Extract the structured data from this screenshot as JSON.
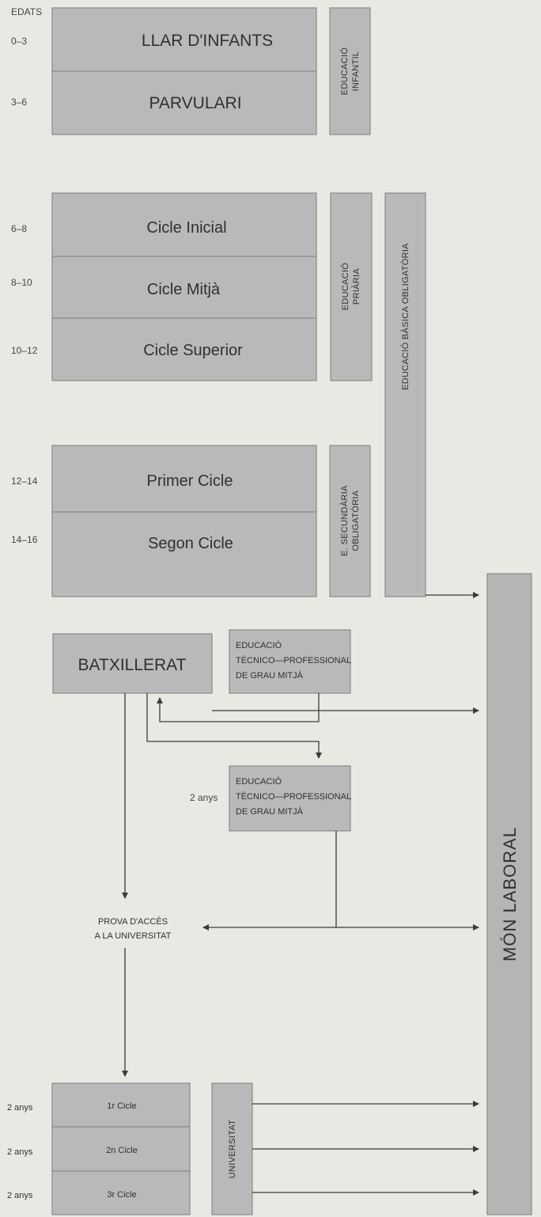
{
  "header": {
    "edats_label": "EDATS"
  },
  "ages": {
    "a0_3": "0–3",
    "a3_6": "3–6",
    "a6_8": "6–8",
    "a8_10": "8–10",
    "a10_12": "10–12",
    "a12_14": "12–14",
    "a14_16": "14–16"
  },
  "infantil": {
    "llar": "LLAR D'INFANTS",
    "parvulari": "PARVULARI",
    "side_label_line1": "EDUCACIÓ",
    "side_label_line2": "INFANTIL"
  },
  "primaria": {
    "inicial": "Cicle Inicial",
    "mitja": "Cicle Mitjà",
    "superior": "Cicle Superior",
    "side_label_line1": "EDUCACIÓ",
    "side_label_line2": "PRIÀRIA"
  },
  "secundaria": {
    "primer": "Primer Cicle",
    "segon": "Segon Cicle",
    "side_label_line1": "E. SECUNDÀRIA",
    "side_label_line2": "OBLIGATÒRIA"
  },
  "basica_label": "EDUCACIÓ BÀSICA OBLIGATÒRIA",
  "batxillerat": "BATXILLERAT",
  "etp1": {
    "line1": "EDUCACIÓ",
    "line2": "TÈCNICO—PROFESSIONAL",
    "line3": "DE GRAU MITJÀ"
  },
  "etp2": {
    "duration": "2 anys",
    "line1": "EDUCACIÓ",
    "line2": "TÈCNICO—PROFESSIONAL",
    "line3": "DE GRAU MITJÀ"
  },
  "prova": {
    "line1": "PROVA D'ACCÈS",
    "line2": "A LA UNIVERSITAT"
  },
  "universitat": {
    "label": "UNIVERSITAT",
    "cycles": [
      {
        "duration": "2 anys",
        "name": "1r Cicle"
      },
      {
        "duration": "2 anys",
        "name": "2n Cicle"
      },
      {
        "duration": "2 anys",
        "name": "3r Cicle"
      }
    ]
  },
  "mon_laboral": "MÓN LABORAL"
}
